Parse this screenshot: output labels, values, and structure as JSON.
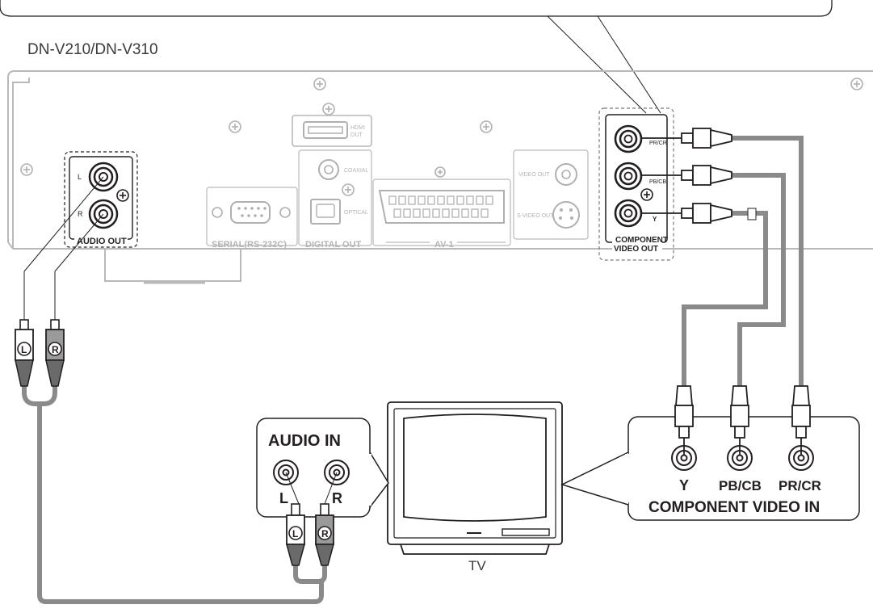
{
  "model": "DN-V210/DN-V310",
  "player": {
    "audio_out": {
      "label": "AUDIO OUT",
      "left": "L",
      "right": "R"
    },
    "serial": "SERIAL(RS-232C)",
    "digital_out": {
      "label": "DIGITAL OUT",
      "coaxial": "COAXIAL",
      "optical": "OPTICAL"
    },
    "hdmi": {
      "line1": "HDMI",
      "line2": "OUT"
    },
    "av1": "AV-1",
    "video_out": "VIDEO OUT",
    "svideo_out": "S-VIDEO OUT",
    "component_out": {
      "line1": "COMPONENT",
      "line2": "VIDEO OUT",
      "jacks": [
        "PR/CR",
        "PB/CB",
        "Y"
      ]
    }
  },
  "plug_markers": {
    "left": "L",
    "right": "R"
  },
  "tv": {
    "label": "TV",
    "audio_in": {
      "title": "AUDIO IN",
      "left": "L",
      "right": "R"
    },
    "component_in": {
      "title": "COMPONENT VIDEO IN",
      "jacks": [
        {
          "main": "Y",
          "sub": ""
        },
        {
          "main": "PB/CB",
          "sub": ""
        },
        {
          "main": "PR/CR",
          "sub": ""
        }
      ]
    }
  }
}
